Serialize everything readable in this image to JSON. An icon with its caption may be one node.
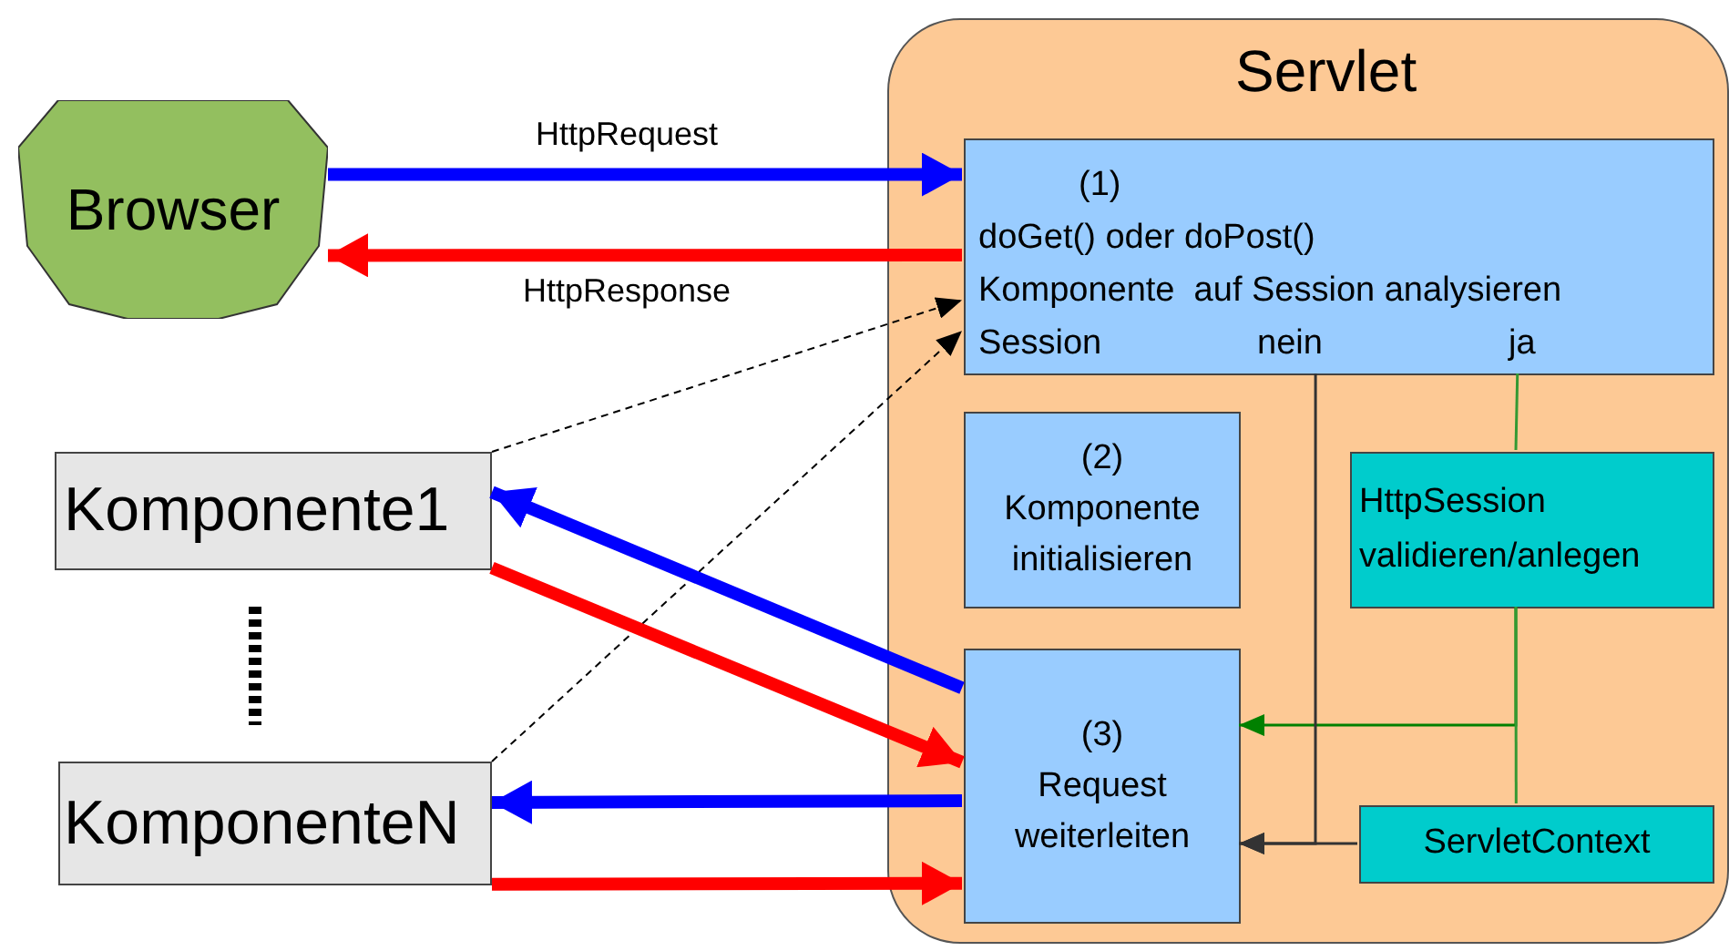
{
  "diagram": {
    "nodes": [
      {
        "text": [
          "Servlet"
        ]
      },
      {
        "text": [
          "(1)",
          "doGet() oder doPost()",
          "Komponente  auf Session analysieren",
          "Session",
          "nein",
          "ja"
        ],
        "in": 0
      },
      {
        "text": [
          "(2)",
          "Komponente initialisieren"
        ],
        "in": 0
      },
      {
        "text": [
          "(3)",
          "Request weiterleiten"
        ],
        "in": 0
      },
      {
        "text": [
          "HttpSession validieren/anlegen"
        ],
        "in": 0
      },
      {
        "text": [
          "ServletContext"
        ],
        "in": 0
      },
      {
        "text": [
          "Browser"
        ]
      },
      {
        "text": [
          "Komponente1"
        ]
      },
      {
        "text": [
          "KomponenteN"
        ]
      }
    ],
    "edges": [
      {
        "from": 6,
        "to": 1,
        "arrow": "to",
        "label": "HttpRequest",
        "style": "thick",
        "color": "#0000ff"
      },
      {
        "from": 1,
        "to": 6,
        "arrow": "to",
        "label": "HttpResponse",
        "style": "thick",
        "color": "#ff0000"
      },
      {
        "from": 7,
        "to": 1,
        "arrow": "to",
        "style": "dashed",
        "color": "#000000"
      },
      {
        "from": 8,
        "to": 1,
        "arrow": "to",
        "style": "dashed",
        "color": "#000000"
      },
      {
        "from": 3,
        "to": 7,
        "arrow": "to",
        "style": "thick",
        "color": "#0000ff"
      },
      {
        "from": 7,
        "to": 3,
        "arrow": "to",
        "style": "thick",
        "color": "#ff0000"
      },
      {
        "from": 3,
        "to": 8,
        "arrow": "to",
        "style": "thick",
        "color": "#0000ff"
      },
      {
        "from": 8,
        "to": 3,
        "arrow": "to",
        "style": "thick",
        "color": "#ff0000"
      },
      {
        "from": 1,
        "to": 4,
        "arrow": "none",
        "color": "#339933"
      },
      {
        "from": 4,
        "to": 3,
        "arrow": "to",
        "color": "#008000"
      },
      {
        "from": 4,
        "to": 5,
        "arrow": "none",
        "color": "#339933"
      },
      {
        "from": 1,
        "to": 3,
        "arrow": "to",
        "color": "#333333"
      },
      {
        "from": 5,
        "to": 3,
        "arrow": "to",
        "color": "#333333"
      }
    ]
  }
}
